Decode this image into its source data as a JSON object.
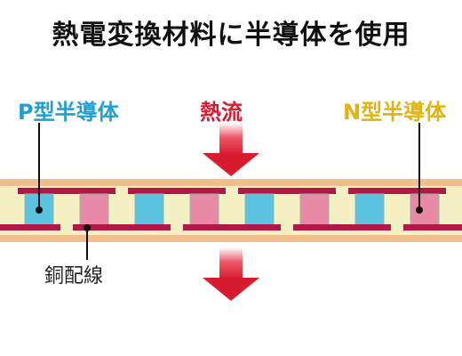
{
  "title": "熱電変換材料に半導体を使用",
  "labels": {
    "p_type": "P型半導体",
    "heat_flow": "熱流",
    "n_type": "N型半導体",
    "copper_wiring": "銅配線"
  },
  "legs": [
    "N",
    "P",
    "N",
    "P",
    "N",
    "P",
    "N",
    "P"
  ],
  "colors": {
    "title": "#111111",
    "p_label": "#1f9fd3",
    "heat": "#d81b2e",
    "n_label": "#e2b20f",
    "p_block": "#e88aa6",
    "n_block": "#5bc2df",
    "copper": "#b01848",
    "ceramic": "#f4f0c4",
    "plate": "#f2bf8c"
  }
}
